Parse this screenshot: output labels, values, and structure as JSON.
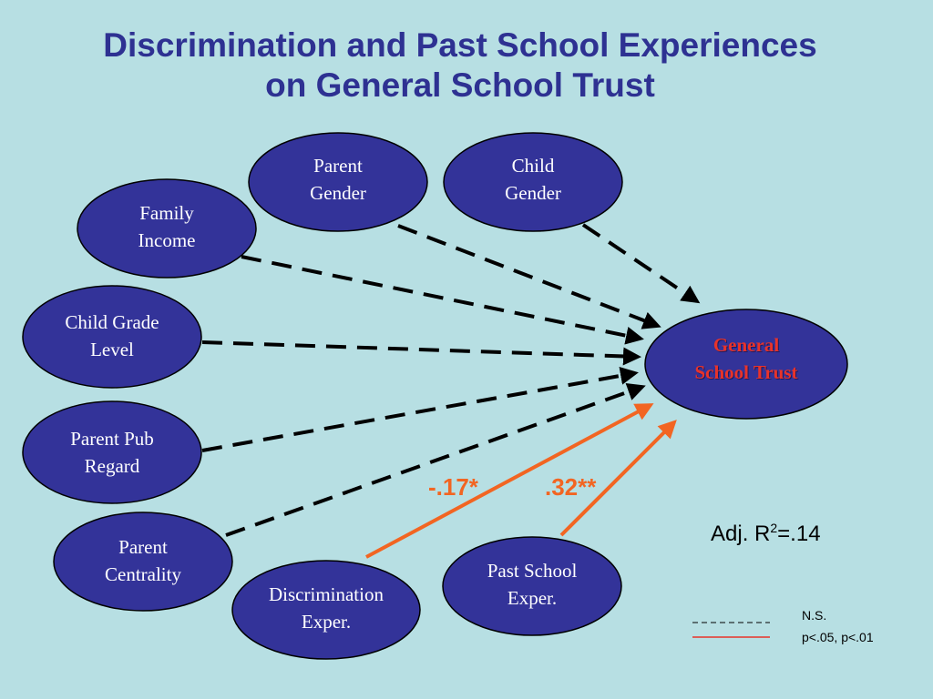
{
  "title": {
    "line1": "Discrimination and Past School Experiences",
    "line2": "on General School Trust"
  },
  "nodes": {
    "parent_gender": "Parent\nGender",
    "child_gender": "Child\nGender",
    "family_income": "Family\nIncome",
    "child_grade_level": "Child Grade\nLevel",
    "parent_pub_regard": "Parent Pub\nRegard",
    "parent_centrality": "Parent\nCentrality",
    "discrimination_exper": "Discrimination\nExper.",
    "past_school_exper": "Past School\nExper.",
    "general_school_trust": "General\nSchool Trust"
  },
  "coefficients": {
    "discrimination": "-.17*",
    "past_school": ".32**"
  },
  "fit": {
    "prefix": "Adj. R",
    "exponent": "2",
    "suffix": "=.14"
  },
  "legend": {
    "dashed_label": "N.S.",
    "solid_label": "p<.05, p<.01"
  },
  "colors": {
    "node_fill": "#333399",
    "dashed_arrow": "#000000",
    "significant_arrow": "#f26522",
    "legend_solid": "#e8332a"
  }
}
